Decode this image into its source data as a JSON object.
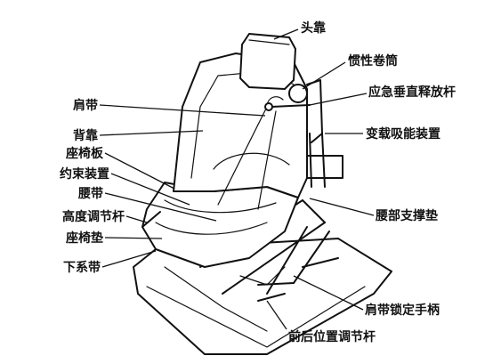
{
  "labels": {
    "headrest": "头靠",
    "inertia_reel": "惯性卷筒",
    "emergency_release": "应急垂直释放杆",
    "shoulder_strap": "肩带",
    "backrest": "背靠",
    "energy_absorber": "变载吸能装置",
    "seat_pan": "座椅板",
    "restraint": "约束装置",
    "lap_belt": "腰带",
    "height_lever": "高度调节杆",
    "lumbar_support": "腰部支撑垫",
    "seat_cushion": "座椅垫",
    "crotch_strap": "下系带",
    "shoulder_lock_handle": "肩带锁定手柄",
    "fore_aft_lever": "前后位置调节杆"
  }
}
